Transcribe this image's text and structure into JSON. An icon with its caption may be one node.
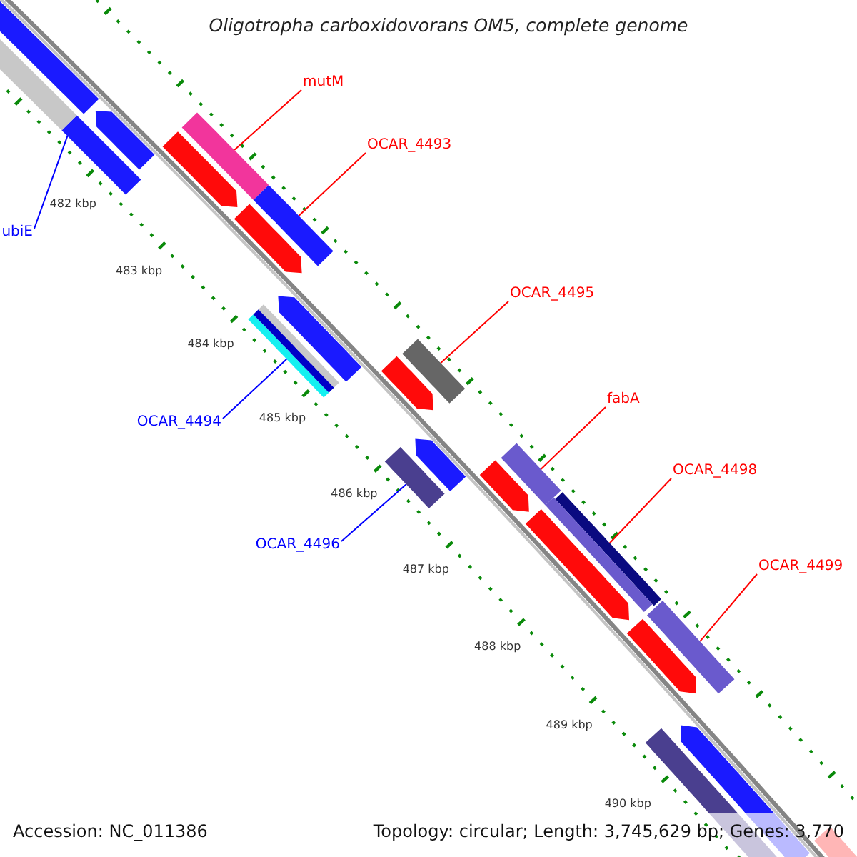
{
  "diagram": {
    "title": "Oligotropha carboxidovorans OM5, complete genome",
    "nodes": [
      {
        "text": [
          "mutM"
        ]
      },
      {
        "text": [],
        "shape": "bar"
      },
      {
        "text": [
          "OCAR_4493"
        ]
      },
      {
        "text": [],
        "shape": "bar"
      },
      {
        "text": [
          "ubiE"
        ]
      },
      {
        "text": [],
        "shape": "bar"
      },
      {
        "text": [
          "OCAR_4495"
        ]
      },
      {
        "text": [],
        "shape": "bar"
      },
      {
        "text": [
          "OCAR_4494"
        ]
      },
      {
        "text": [],
        "shape": "bar"
      },
      {
        "text": [
          "fabA"
        ]
      },
      {
        "text": [],
        "shape": "bar"
      },
      {
        "text": [
          "OCAR_4496"
        ]
      },
      {
        "text": [],
        "shape": "bar"
      },
      {
        "text": [
          "OCAR_4498"
        ]
      },
      {
        "text": [],
        "shape": "bar"
      },
      {
        "text": [
          "OCAR_4499"
        ]
      },
      {
        "text": [],
        "shape": "bar"
      },
      {
        "text": [],
        "shape": "bar"
      },
      {
        "text": [],
        "shape": "bar"
      },
      {
        "text": [],
        "shape": "bar"
      },
      {
        "text": [],
        "shape": "bar"
      },
      {
        "text": [],
        "shape": "bar"
      },
      {
        "text": [],
        "shape": "bar"
      },
      {
        "text": [],
        "shape": "bar"
      },
      {
        "text": [],
        "shape": "bar"
      },
      {
        "text": [],
        "shape": "bar"
      },
      {
        "text": [],
        "shape": "bar"
      },
      {
        "text": [],
        "shape": "bar"
      },
      {
        "text": [],
        "shape": "bar"
      },
      {
        "text": [],
        "shape": "bar"
      },
      {
        "text": [],
        "shape": "bar"
      },
      {
        "text": [],
        "shape": "bar"
      },
      {
        "text": [],
        "shape": "bar"
      },
      {
        "text": [],
        "shape": "bar"
      }
    ],
    "edges": [
      {
        "from": 0,
        "to": 1,
        "arrow": "none"
      },
      {
        "from": 2,
        "to": 3,
        "arrow": "none"
      },
      {
        "from": 4,
        "to": 5,
        "arrow": "none",
        "color": "#0000ff"
      },
      {
        "from": 6,
        "to": 7,
        "arrow": "none"
      },
      {
        "from": 8,
        "to": 9,
        "arrow": "none",
        "color": "#0000ff"
      },
      {
        "from": 10,
        "to": 11,
        "arrow": "none"
      },
      {
        "from": 12,
        "to": 13,
        "arrow": "none",
        "color": "#0000ff"
      },
      {
        "from": 14,
        "to": 15,
        "arrow": "none"
      },
      {
        "from": 16,
        "to": 17,
        "arrow": "none"
      }
    ],
    "labels": [
      "482 kbp",
      "483 kbp",
      "484 kbp",
      "485 kbp",
      "486 kbp",
      "487 kbp",
      "488 kbp",
      "489 kbp",
      "490 kbp",
      "Accession: NC_011386",
      "Topology: circular; Length: 3,745,629 bp; Genes: 3,770"
    ]
  }
}
